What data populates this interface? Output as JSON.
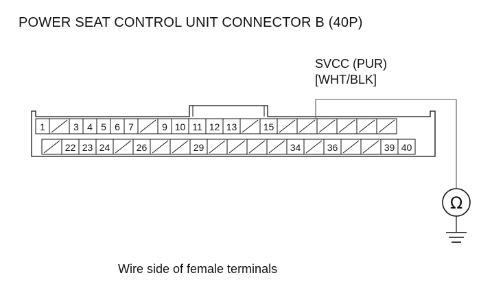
{
  "title": "POWER SEAT CONTROL UNIT CONNECTOR B (40P)",
  "signal": {
    "name": "SVCC (PUR)",
    "alt_color": "[WHT/BLK]"
  },
  "caption": "Wire side of female terminals",
  "meter_symbol": "Ω",
  "connector": {
    "row1": [
      "1",
      "",
      "3",
      "4",
      "5",
      "6",
      "7",
      "",
      "9",
      "10",
      "11",
      "12",
      "13",
      "",
      "15",
      "",
      "",
      "",
      "",
      "",
      ""
    ],
    "row2": [
      "",
      "22",
      "23",
      "24",
      "",
      "26",
      "",
      "",
      "29",
      "",
      "",
      "",
      "",
      "34",
      "",
      "36",
      "",
      "",
      "39",
      "40"
    ]
  }
}
